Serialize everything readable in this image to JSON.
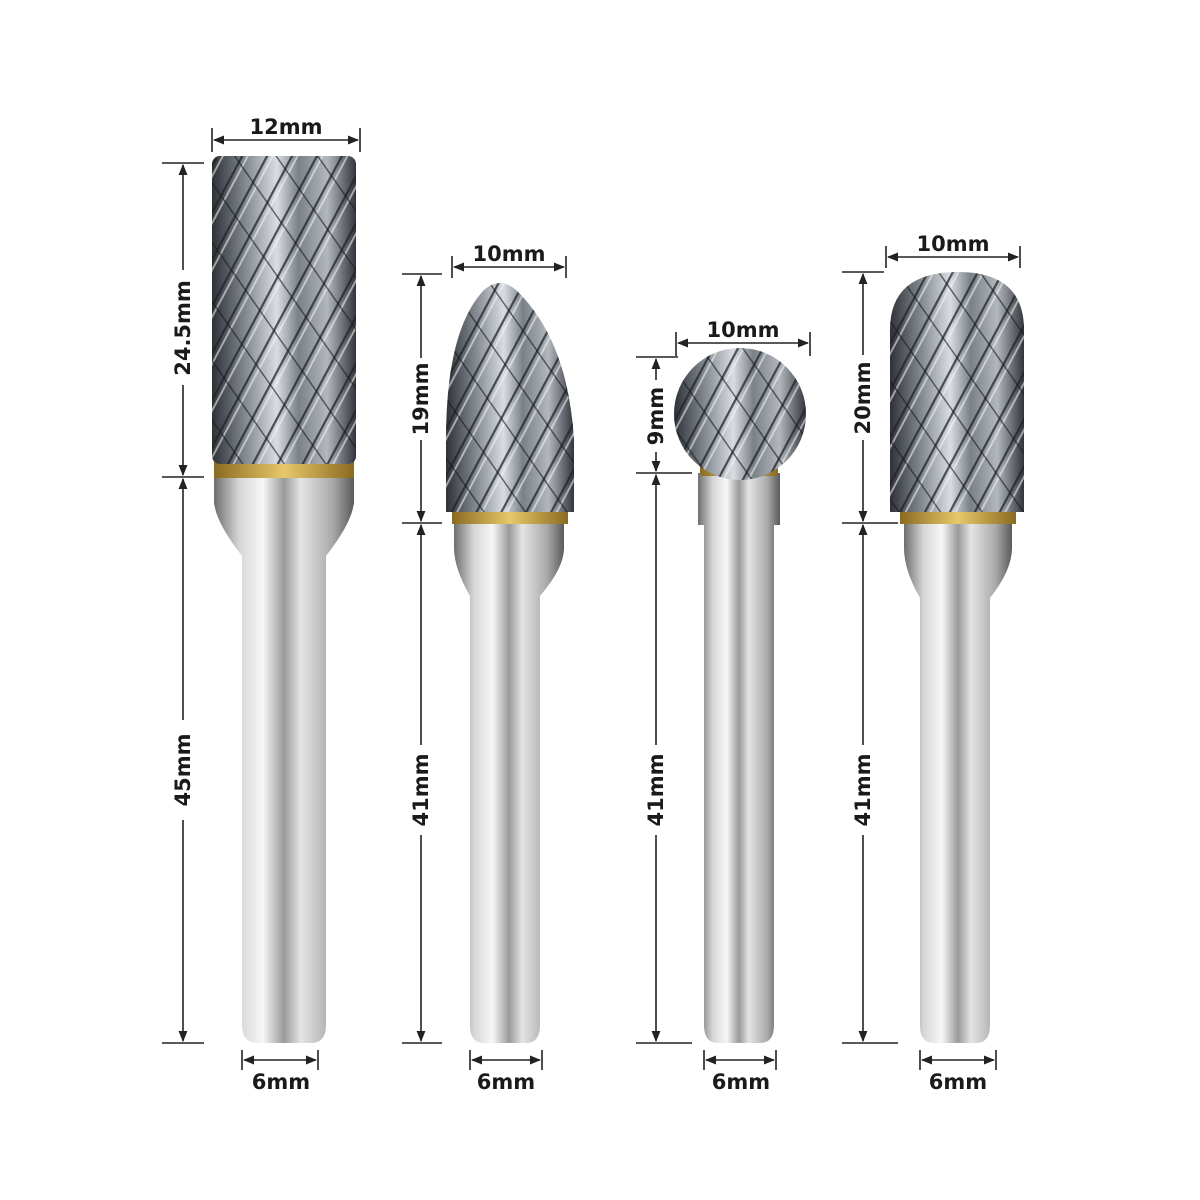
{
  "burrs": [
    {
      "shape": "cylinder",
      "head_width_label": "12mm",
      "head_length_label": "24.5mm",
      "shank_length_label": "45mm",
      "shank_diameter_label": "6mm"
    },
    {
      "shape": "tree-pointed",
      "head_width_label": "10mm",
      "head_length_label": "19mm",
      "shank_length_label": "41mm",
      "shank_diameter_label": "6mm"
    },
    {
      "shape": "ball",
      "head_width_label": "10mm",
      "head_length_label": "9mm",
      "shank_length_label": "41mm",
      "shank_diameter_label": "6mm"
    },
    {
      "shape": "cylinder-ball-nose",
      "head_width_label": "10mm",
      "head_length_label": "20mm",
      "shank_length_label": "41mm",
      "shank_diameter_label": "6mm"
    }
  ],
  "colors": {
    "background": "#ffffff",
    "dimension_line": "#222222",
    "dimension_text": "#1a1a1a",
    "steel_light": "#f2f2f2",
    "steel_mid": "#b8b8b8",
    "steel_dark": "#5a5a5a",
    "carbide_dark": "#3a3f46",
    "braze_gold": "#c9a24a"
  }
}
